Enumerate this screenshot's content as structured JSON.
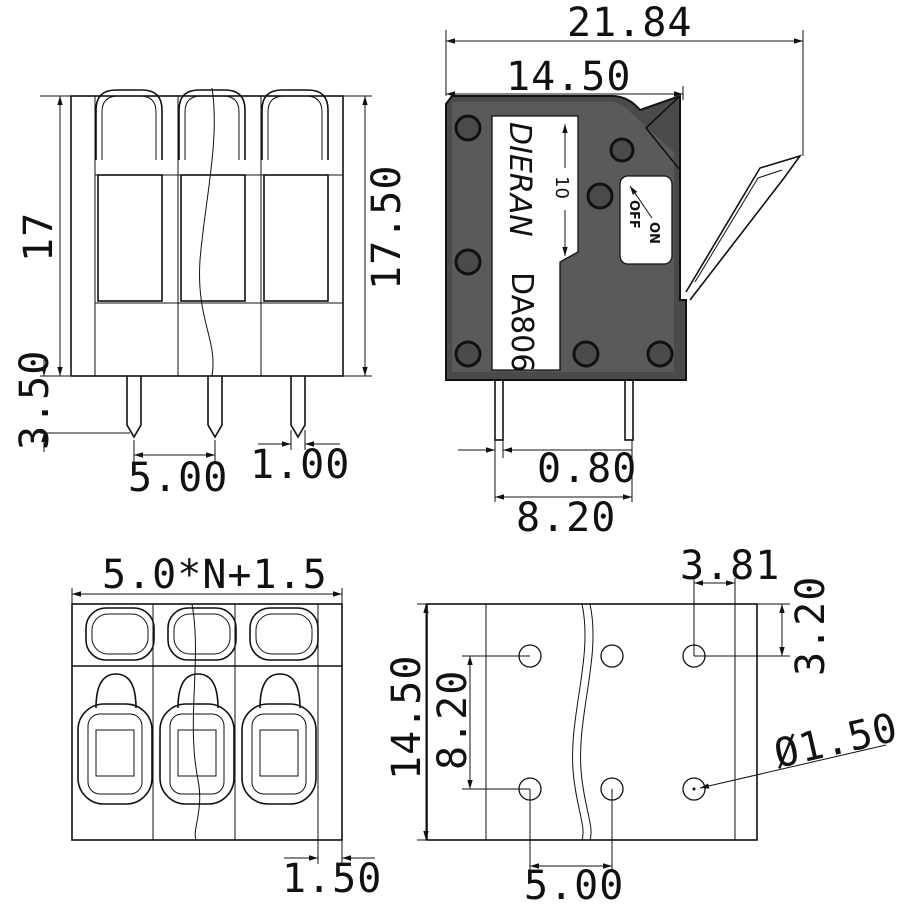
{
  "front_view": {
    "dim_height_body": "17",
    "dim_height_total": "17.50",
    "dim_pin_length": "3.50",
    "dim_pitch": "5.00",
    "dim_pin_width": "1.00"
  },
  "side_view": {
    "dim_total_width": "21.84",
    "dim_body_width": "14.50",
    "dim_pin_thickness": "0.80",
    "dim_pin_spacing": "8.20",
    "label_brand": "DIERAN",
    "label_model": "DA806",
    "label_pitch_marker": "10",
    "label_on": "ON",
    "label_off": "OFF"
  },
  "top_view": {
    "dim_formula": "5.0*N+1.5",
    "dim_edge": "1.50"
  },
  "pcb_layout": {
    "dim_offset_x": "3.81",
    "dim_offset_y": "3.20",
    "dim_body_depth": "14.50",
    "dim_row_spacing": "8.20",
    "dim_hole_diameter": "Ø1.50",
    "dim_pitch": "5.00"
  }
}
